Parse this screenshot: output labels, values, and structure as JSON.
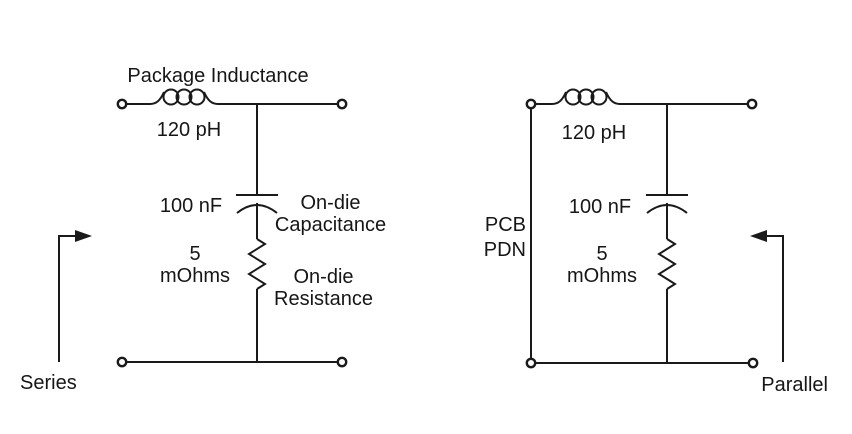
{
  "figure": {
    "background": "#ffffff",
    "stroke_color": "#1a1a1a",
    "text_color": "#161618"
  },
  "left_circuit": {
    "title": "Package Inductance",
    "inductor_value": "120 pH",
    "capacitor_value": "100 nF",
    "capacitor_name": [
      "On-die",
      "Capacitance"
    ],
    "resistor_value": [
      "5",
      "mOhms"
    ],
    "resistor_name": [
      "On-die",
      "Resistance"
    ],
    "port_label": "Series"
  },
  "right_circuit": {
    "inductor_value": "120 pH",
    "capacitor_value": "100 nF",
    "resistor_value": [
      "5",
      "mOhms"
    ],
    "source_label": [
      "PCB",
      "PDN"
    ],
    "port_label": "Parallel"
  }
}
